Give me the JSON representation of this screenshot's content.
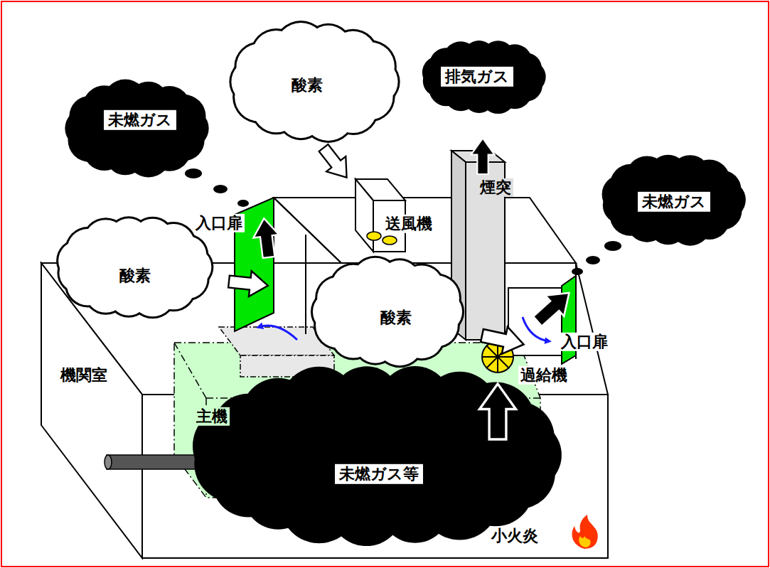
{
  "diagram": {
    "nodes": [
      {
        "text": [
          "未燃ガス"
        ]
      },
      {
        "text": [
          "酸素"
        ]
      },
      {
        "text": [
          "排気ガス"
        ]
      },
      {
        "text": [
          "未燃ガス"
        ]
      },
      {
        "text": [
          "酸素"
        ]
      },
      {
        "text": [
          "酸素"
        ]
      },
      {
        "text": [
          "未燃ガス等"
        ]
      }
    ],
    "labels": [
      "入口扉",
      "送風機",
      "煙突",
      "入口扉",
      "過給機",
      "機関室",
      "主機",
      "小火炎"
    ]
  }
}
